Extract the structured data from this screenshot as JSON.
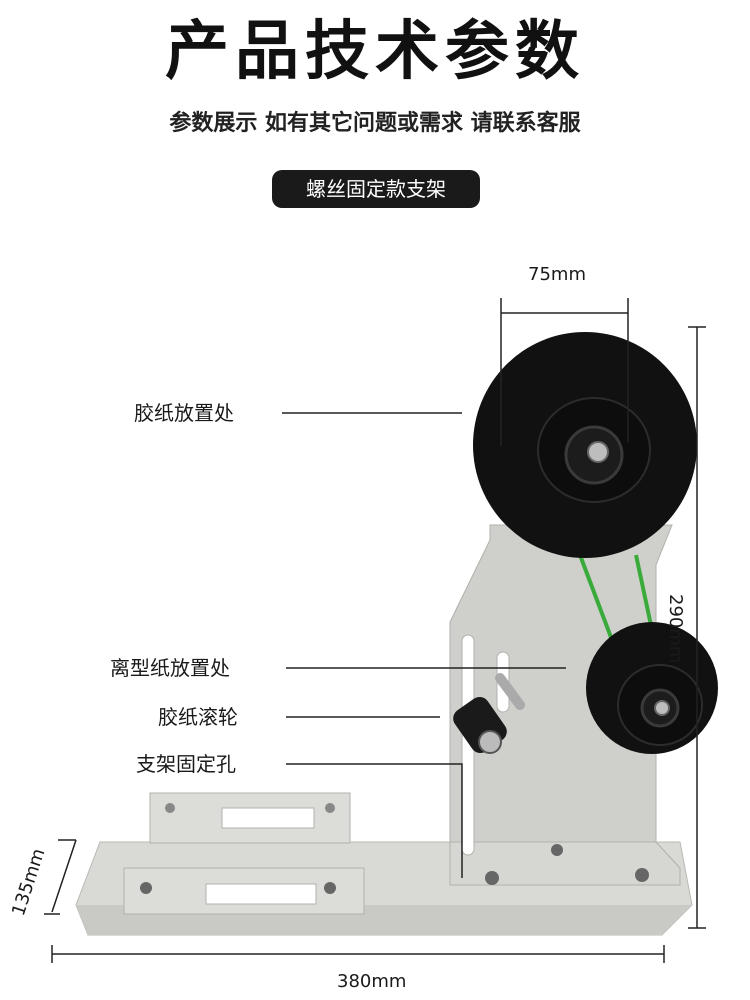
{
  "header": {
    "title": "产品技术参数",
    "subtitle": "参数展示 如有其它问题或需求 请联系客服",
    "badge": "螺丝固定款支架"
  },
  "callouts": [
    {
      "key": "tape",
      "label": "胶纸放置处"
    },
    {
      "key": "release",
      "label": "离型纸放置处"
    },
    {
      "key": "roller",
      "label": "胶纸滚轮"
    },
    {
      "key": "hole",
      "label": "支架固定孔"
    }
  ],
  "dimensions": {
    "reel_width": "75mm",
    "height": "290mm",
    "depth": "135mm",
    "length": "380mm"
  },
  "colors": {
    "metal": "#d9dad5",
    "reel": "#111111",
    "tape": "#3aaa3a"
  }
}
